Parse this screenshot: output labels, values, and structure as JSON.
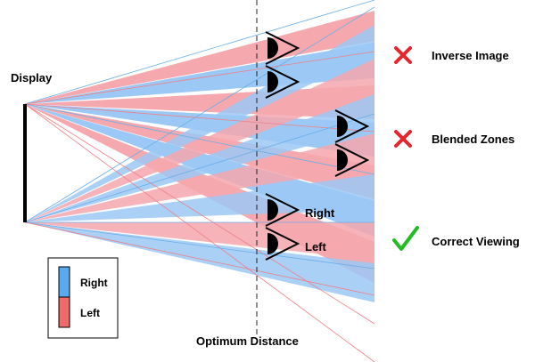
{
  "labels": {
    "display": "Display",
    "optimum_distance": "Optimum Distance",
    "eye_right": "Right",
    "eye_left": "Left",
    "inverse_image": "Inverse Image",
    "blended_zones": "Blended Zones",
    "correct_viewing": "Correct Viewing"
  },
  "legend": {
    "items": [
      {
        "label": "Right",
        "color": "#5aaaf0"
      },
      {
        "label": "Left",
        "color": "#f06a6a"
      }
    ]
  },
  "colors": {
    "right_zone": "#9cc8f5",
    "left_zone": "#f5a8ae",
    "right_line": "#6aaee8",
    "left_line": "#f07f86",
    "cross": "#e8242c",
    "check": "#22bb22"
  },
  "icons": {
    "wrong": "cross-mark-icon",
    "correct": "check-mark-icon",
    "viewer": "eye-icon"
  }
}
